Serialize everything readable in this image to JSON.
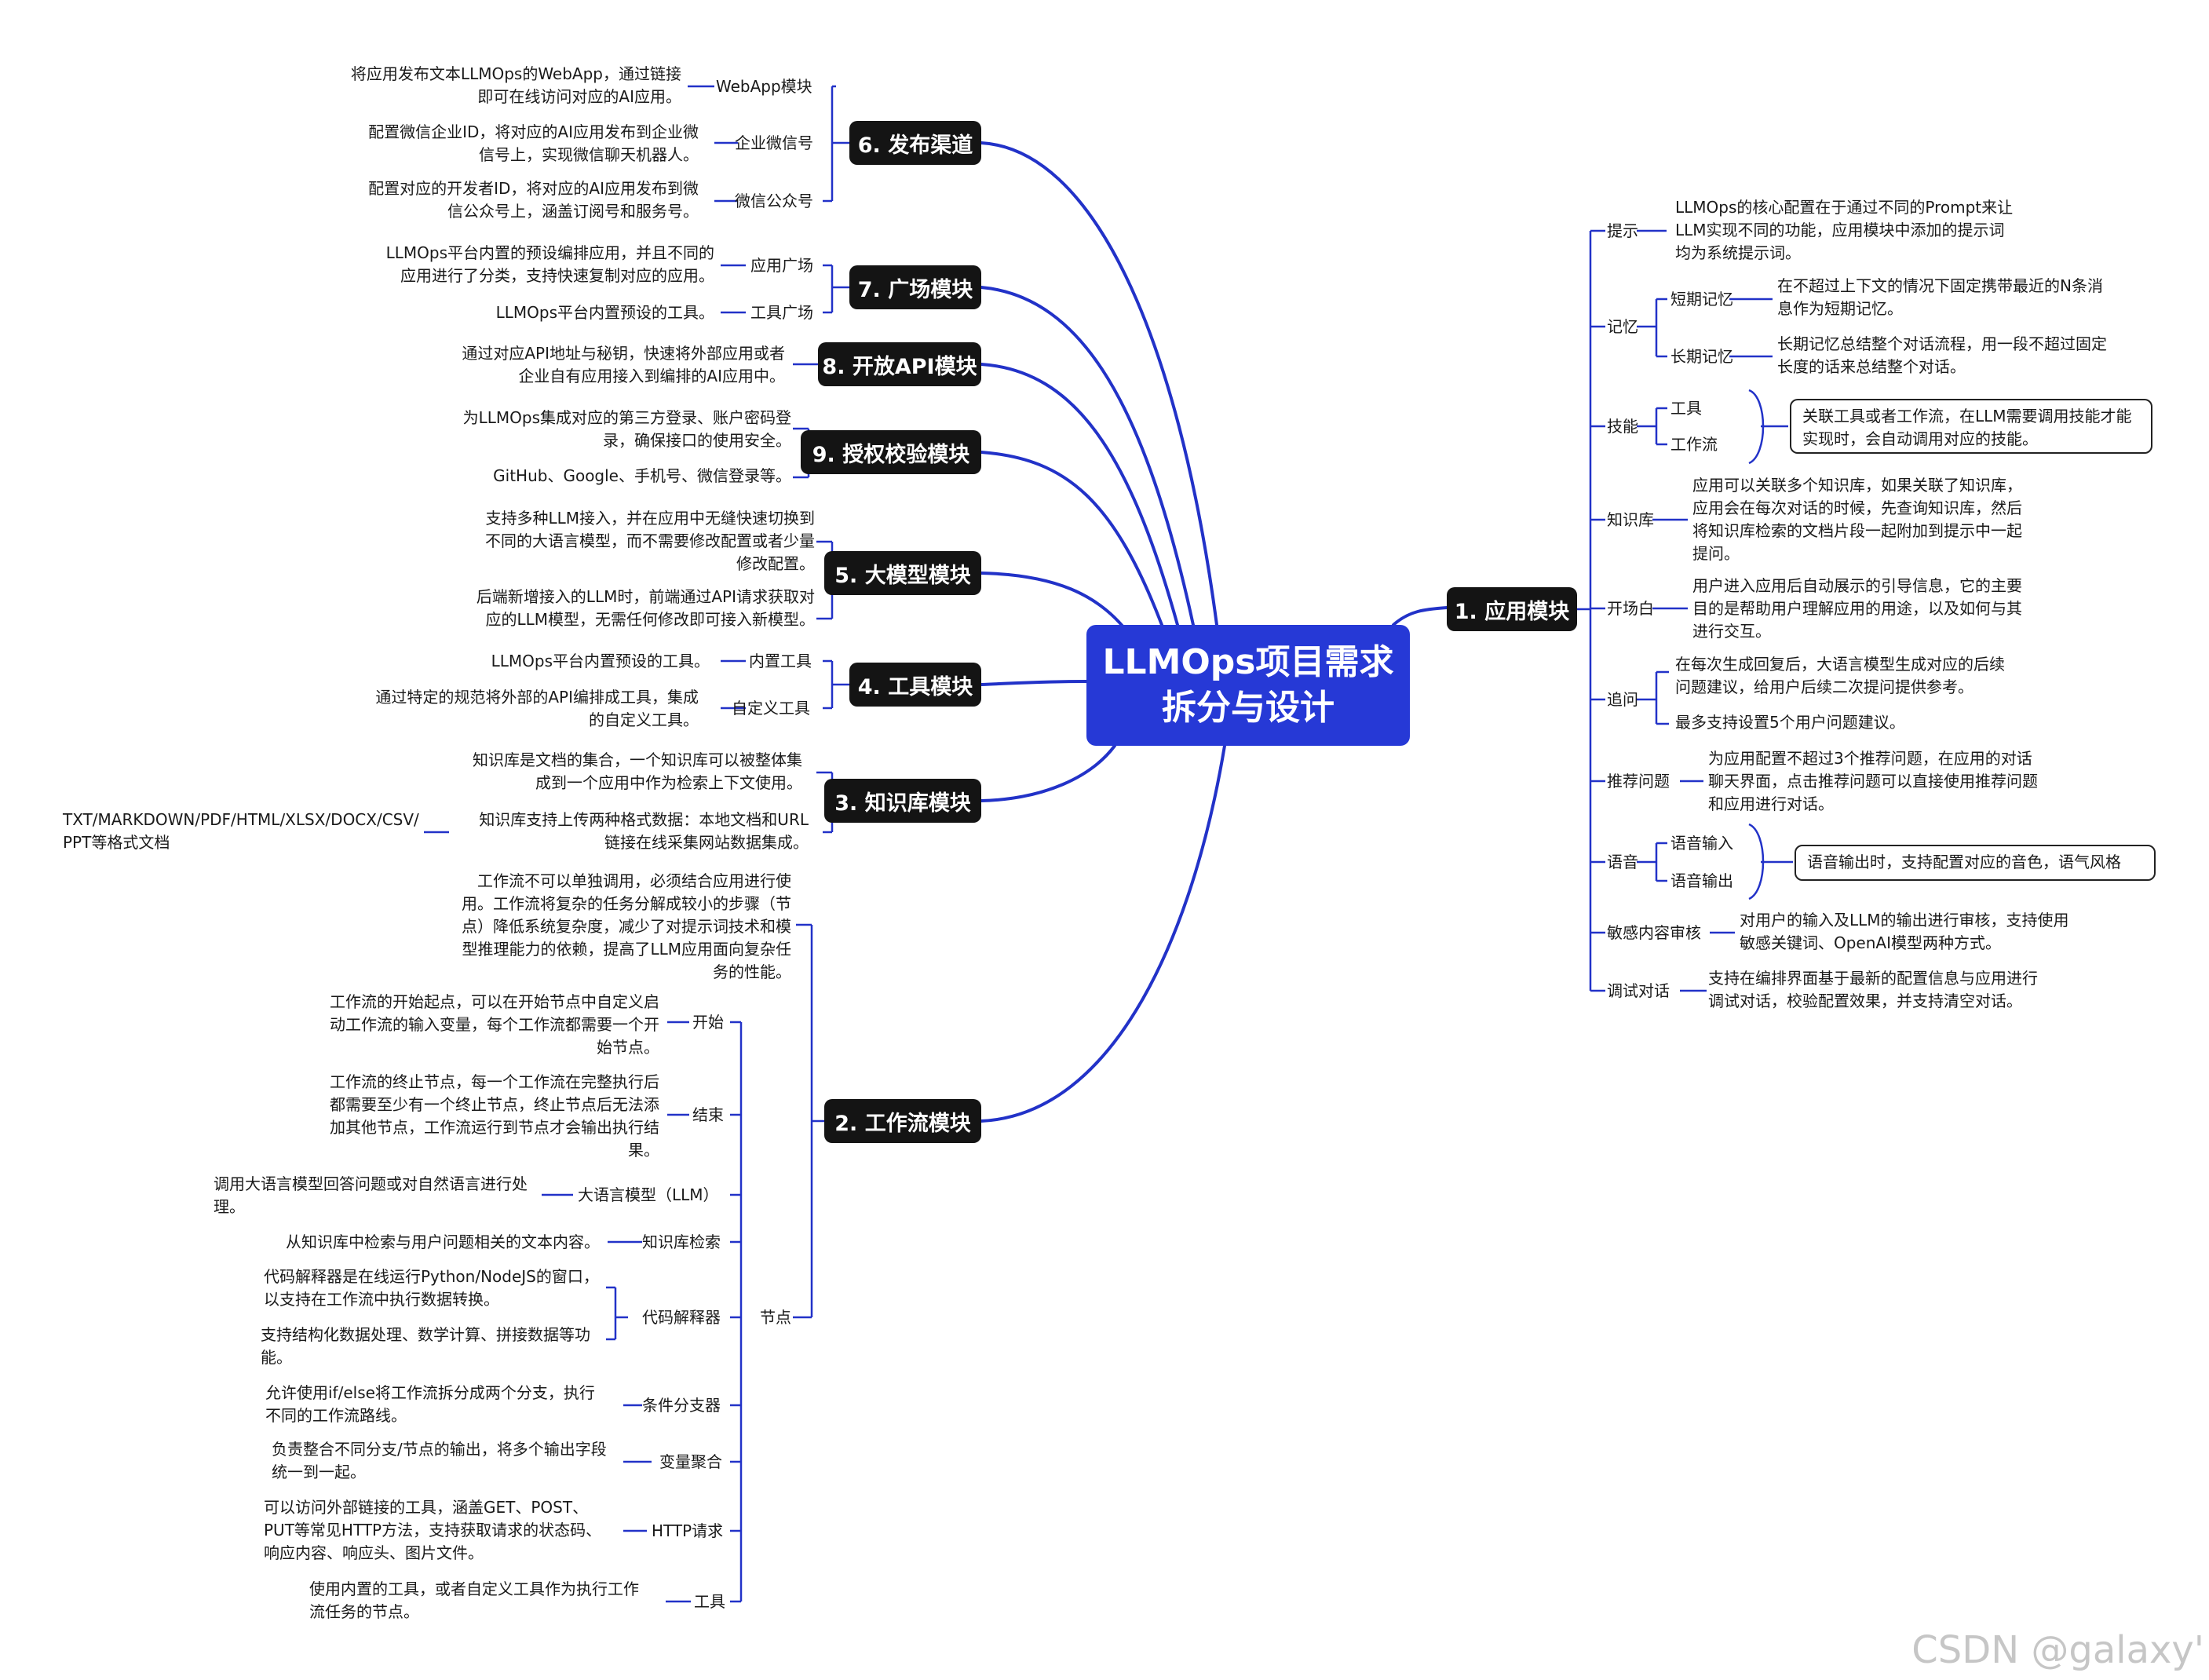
{
  "root": {
    "title": "LLMOps项目需求\n拆分与设计"
  },
  "watermark": "CSDN @galaxy'",
  "colors": {
    "root": "#2639d6",
    "branch": "#2232c8",
    "main_node": "#141414",
    "text": "#1a1a1a"
  },
  "m1": {
    "label": "1. 应用模块",
    "prompt": {
      "label": "提示",
      "desc": "LLMOps的核心配置在于通过不同的Prompt来让\nLLM实现不同的功能，应用模块中添加的提示词\n均为系统提示词。"
    },
    "memory": {
      "label": "记忆",
      "short": {
        "label": "短期记忆",
        "desc": "在不超过上下文的情况下固定携带最近的N条消\n息作为短期记忆。"
      },
      "long": {
        "label": "长期记忆",
        "desc": "长期记忆总结整个对话流程，用一段不超过固定\n长度的话来总结整个对话。"
      }
    },
    "skill": {
      "label": "技能",
      "tool": "工具",
      "workflow": "工作流",
      "note": "关联工具或者工作流，在LLM需要调用技能才能\n实现时，会自动调用对应的技能。"
    },
    "kb": {
      "label": "知识库",
      "desc": "应用可以关联多个知识库，如果关联了知识库，\n应用会在每次对话的时候，先查询知识库，然后\n将知识库检索的文档片段一起附加到提示中一起\n提问。"
    },
    "opening": {
      "label": "开场白",
      "desc": "用户进入应用后自动展示的引导信息，它的主要\n目的是帮助用户理解应用的用途，以及如何与其\n进行交互。"
    },
    "followup": {
      "label": "追问",
      "desc1": "在每次生成回复后，大语言模型生成对应的后续\n问题建议，给用户后续二次提问提供参考。",
      "desc2": "最多支持设置5个用户问题建议。"
    },
    "suggest": {
      "label": "推荐问题",
      "desc": "为应用配置不超过3个推荐问题，在应用的对话\n聊天界面，点击推荐问题可以直接使用推荐问题\n和应用进行对话。"
    },
    "voice": {
      "label": "语音",
      "input": "语音输入",
      "output": "语音输出",
      "note": "语音输出时，支持配置对应的音色，语气风格"
    },
    "review": {
      "label": "敏感内容审核",
      "desc": "对用户的输入及LLM的输出进行审核，支持使用\n敏感关键词、OpenAI模型两种方式。"
    },
    "debug": {
      "label": "调试对话",
      "desc": "支持在编排界面基于最新的配置信息与应用进行\n调试对话，校验配置效果，并支持清空对话。"
    }
  },
  "m6": {
    "label": "6. 发布渠道",
    "webapp": {
      "label": "WebApp模块",
      "desc": "将应用发布文本LLMOps的WebApp，通过链接\n即可在线访问对应的AI应用。"
    },
    "wecom": {
      "label": "企业微信号",
      "desc": "配置微信企业ID，将对应的AI应用发布到企业微\n信号上，实现微信聊天机器人。"
    },
    "wechat": {
      "label": "微信公众号",
      "desc": "配置对应的开发者ID，将对应的AI应用发布到微\n信公众号上，涵盖订阅号和服务号。"
    }
  },
  "m7": {
    "label": "7. 广场模块",
    "apps": {
      "label": "应用广场",
      "desc": "LLMOps平台内置的预设编排应用，并且不同的\n应用进行了分类，支持快速复制对应的应用。"
    },
    "tools": {
      "label": "工具广场",
      "desc": "LLMOps平台内置预设的工具。"
    }
  },
  "m8": {
    "label": "8. 开放API模块",
    "desc": "通过对应API地址与秘钥，快速将外部应用或者\n企业自有应用接入到编排的AI应用中。"
  },
  "m9": {
    "label": "9. 授权校验模块",
    "desc1": "为LLMOps集成对应的第三方登录、账户密码登\n录，确保接口的使用安全。",
    "desc2": "GitHub、Google、手机号、微信登录等。"
  },
  "m5": {
    "label": "5. 大模型模块",
    "desc1": "支持多种LLM接入，并在应用中无缝快速切换到\n不同的大语言模型，而不需要修改配置或者少量\n修改配置。",
    "desc2": "后端新增接入的LLM时，前端通过API请求获取对\n应的LLM模型，无需任何修改即可接入新模型。"
  },
  "m4": {
    "label": "4. 工具模块",
    "builtin": {
      "label": "内置工具",
      "desc": "LLMOps平台内置预设的工具。"
    },
    "custom": {
      "label": "自定义工具",
      "desc": "通过特定的规范将外部的API编排成工具，集成\n的自定义工具。"
    }
  },
  "m3": {
    "label": "3. 知识库模块",
    "desc1": "知识库是文档的集合，一个知识库可以被整体集\n成到一个应用中作为检索上下文使用。",
    "desc2": "知识库支持上传两种格式数据：本地文档和URL\n链接在线采集网站数据集成。",
    "formats": "TXT/MARKDOWN/PDF/HTML/XLSX/DOCX/CSV/\nPPT等格式文档"
  },
  "m2": {
    "label": "2. 工作流模块",
    "desc": "工作流不可以单独调用，必须结合应用进行使\n用。工作流将复杂的任务分解成较小的步骤（节\n点）降低系统复杂度，减少了对提示词技术和模\n型推理能力的依赖，提高了LLM应用面向复杂任\n务的性能。",
    "nodes_label": "节点",
    "start": {
      "label": "开始",
      "desc": "工作流的开始起点，可以在开始节点中自定义启\n动工作流的输入变量，每个工作流都需要一个开\n始节点。"
    },
    "end": {
      "label": "结束",
      "desc": "工作流的终止节点，每一个工作流在完整执行后\n都需要至少有一个终止节点，终止节点后无法添\n加其他节点，工作流运行到节点才会输出执行结\n果。"
    },
    "llm": {
      "label": "大语言模型（LLM）",
      "desc": "调用大语言模型回答问题或对自然语言进行处\n理。"
    },
    "retrieval": {
      "label": "知识库检索",
      "desc": "从知识库中检索与用户问题相关的文本内容。"
    },
    "code": {
      "label": "代码解释器",
      "desc1": "代码解释器是在线运行Python/NodeJS的窗口，\n以支持在工作流中执行数据转换。",
      "desc2": "支持结构化数据处理、数学计算、拼接数据等功\n能。"
    },
    "condition": {
      "label": "条件分支器",
      "desc": "允许使用if/else将工作流拆分成两个分支，执行\n不同的工作流路线。"
    },
    "aggregate": {
      "label": "变量聚合",
      "desc": "负责整合不同分支/节点的输出，将多个输出字段\n统一到一起。"
    },
    "http": {
      "label": "HTTP请求",
      "desc": "可以访问外部链接的工具，涵盖GET、POST、\nPUT等常见HTTP方法，支持获取请求的状态码、\n响应内容、响应头、图片文件。"
    },
    "tool": {
      "label": "工具",
      "desc": "使用内置的工具，或者自定义工具作为执行工作\n流任务的节点。"
    }
  }
}
